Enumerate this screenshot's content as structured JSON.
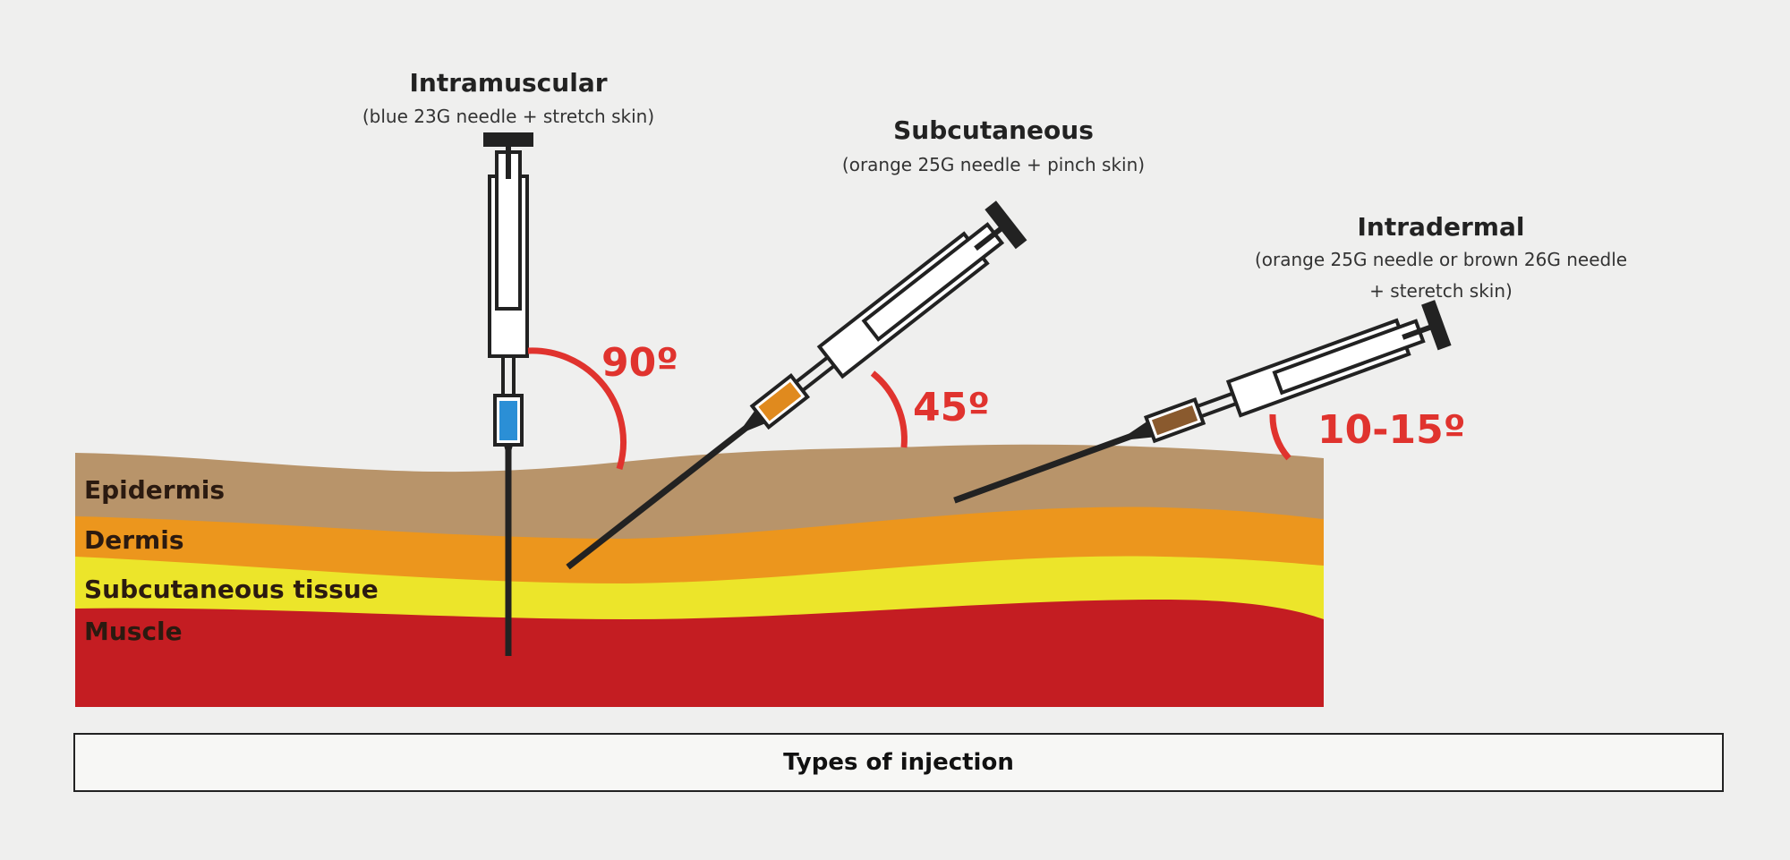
{
  "syringes": [
    {
      "title": "Intramuscular",
      "sub1": "(blue 23G needle + stretch skin)",
      "sub2": "",
      "angle": "90º",
      "hub_color": "#2b8fd6"
    },
    {
      "title": "Subcutaneous",
      "sub1": "(orange 25G needle + pinch skin)",
      "sub2": "",
      "angle": "45º",
      "hub_color": "#e08a1e"
    },
    {
      "title": "Intradermal",
      "sub1": "(orange 25G needle or brown 26G needle",
      "sub2": "+ steretch skin)",
      "angle": "10-15º",
      "hub_color": "#8a5a2e"
    }
  ],
  "layers": [
    {
      "name": "Epidermis",
      "color": "#b8946a"
    },
    {
      "name": "Dermis",
      "color": "#ec961d"
    },
    {
      "name": "Subcutaneous tissue",
      "color": "#ece52a"
    },
    {
      "name": "Muscle",
      "color": "#c41d22"
    }
  ],
  "angle_color": "#e0332e",
  "caption": "Types of injection"
}
